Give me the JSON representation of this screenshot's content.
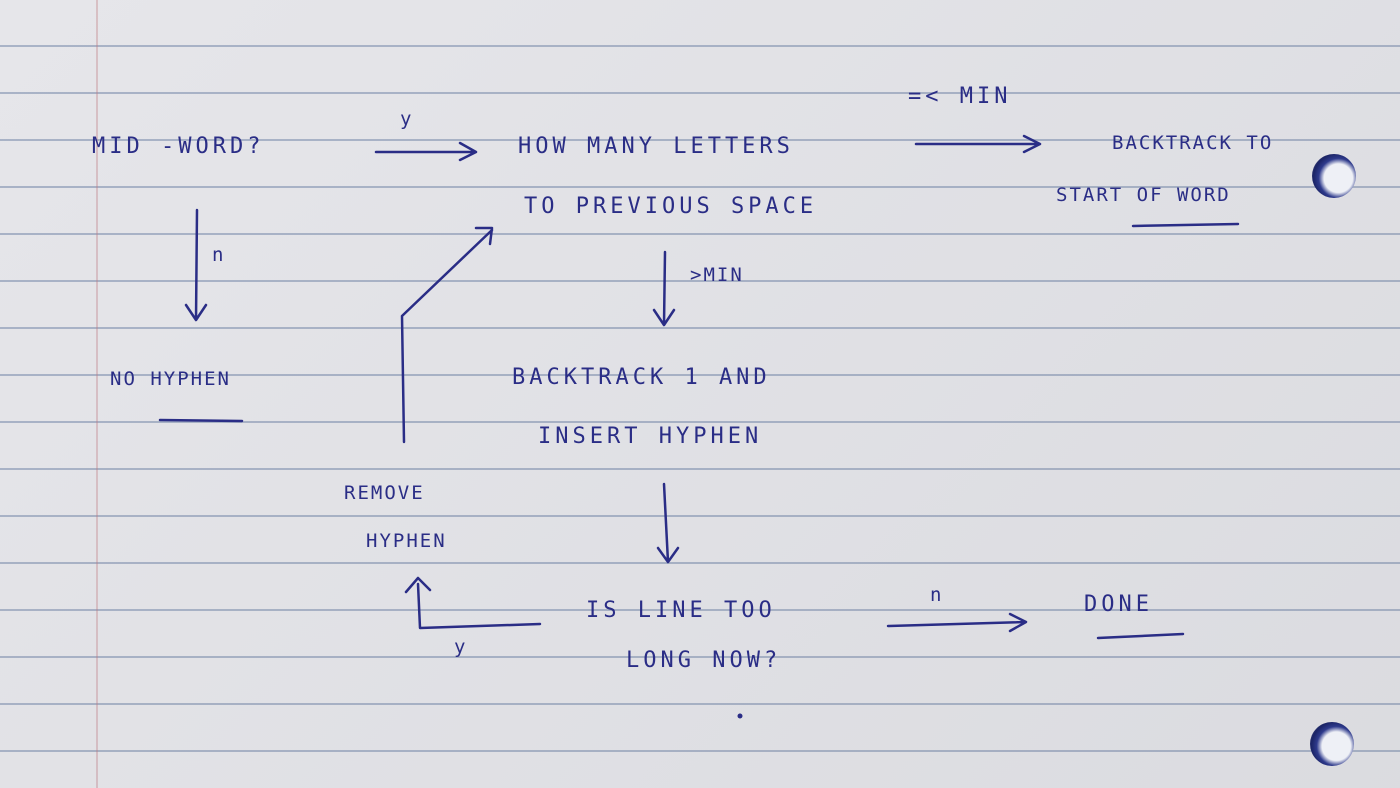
{
  "ink_color": "#2a2d86",
  "paper_color": "#e8e8ec",
  "rule_color": "#a9b3c7",
  "nodes": {
    "mid_word": "MID -WORD?",
    "how_many_line1": "HOW MANY LETTERS",
    "how_many_line2": "TO PREVIOUS SPACE",
    "backtrack_start_line1": "BACKTRACK TO",
    "backtrack_start_line2": "START OF WORD",
    "no_hyphen": "NO HYPHEN",
    "backtrack_insert_line1": "BACKTRACK 1 AND",
    "backtrack_insert_line2": "INSERT HYPHEN",
    "remove_hyphen_line1": "REMOVE",
    "remove_hyphen_line2": "HYPHEN",
    "line_too_long_line1": "IS LINE TOO",
    "line_too_long_line2": "LONG NOW?",
    "done": "DONE"
  },
  "edge_labels": {
    "mid_word_yes": "y",
    "mid_word_no": "n",
    "le_min": "=< MIN",
    "gt_min": ">MIN",
    "too_long_no": "n",
    "too_long_yes": "y"
  }
}
